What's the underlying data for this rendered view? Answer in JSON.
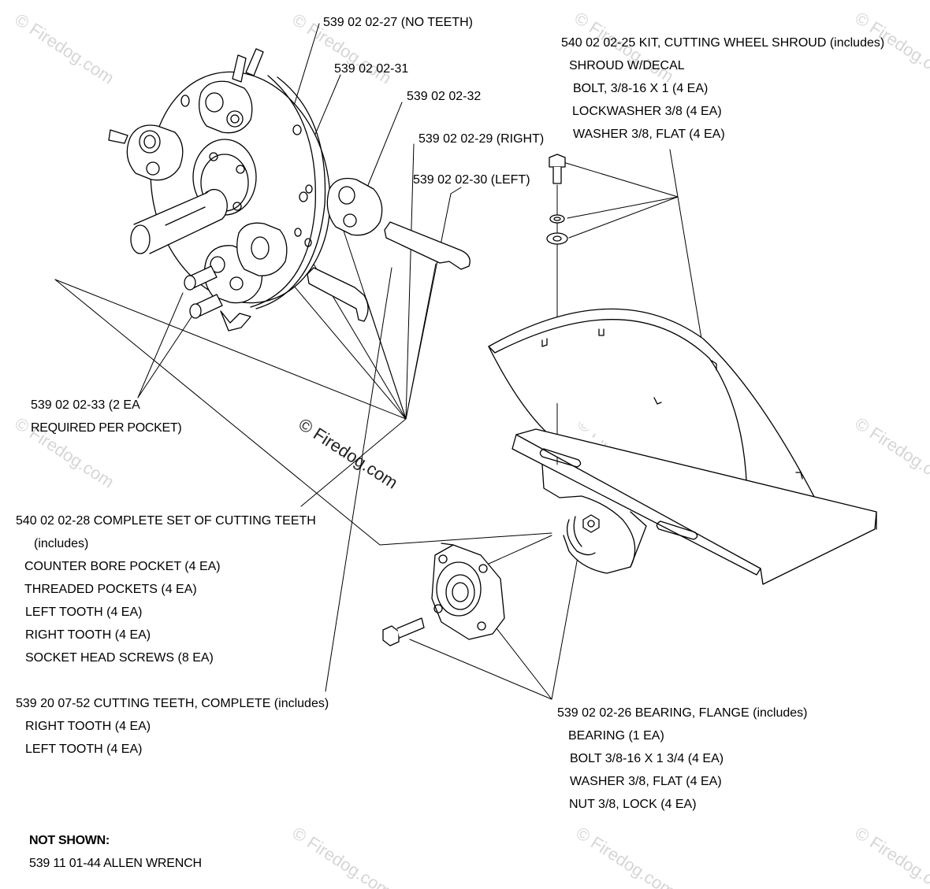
{
  "watermark": "© Firedog.com",
  "labels": {
    "p27": "539 02 02-27 (NO TEETH)",
    "p31": "539 02 02-31",
    "p32": "539 02 02-32",
    "p29": "539 02 02-29 (RIGHT)",
    "p30": "539 02 02-30 (LEFT)",
    "p33a": "539 02 02-33 (2 EA",
    "p33b": "REQUIRED PER POCKET)",
    "shroud": [
      "540 02 02-25 KIT, CUTTING WHEEL SHROUD (includes)",
      "SHROUD W/DECAL",
      "BOLT, 3/8-16 X 1 (4 EA)",
      "LOCKWASHER 3/8 (4 EA)",
      "WASHER 3/8, FLAT (4 EA)"
    ],
    "set28": [
      "540 02 02-28 COMPLETE SET OF CUTTING TEETH",
      "(includes)",
      "COUNTER BORE POCKET (4 EA)",
      "THREADED POCKETS (4 EA)",
      "LEFT TOOTH (4 EA)",
      "RIGHT TOOTH (4 EA)",
      "SOCKET HEAD SCREWS (8 EA)"
    ],
    "teeth52": [
      "539 20 07-52 CUTTING TEETH, COMPLETE (includes)",
      "RIGHT TOOTH (4 EA)",
      "LEFT TOOTH (4 EA)"
    ],
    "bearing26": [
      "539 02 02-26 BEARING, FLANGE (includes)",
      "BEARING (1 EA)",
      "BOLT 3/8-16 X 1 3/4 (4 EA)",
      "WASHER 3/8, FLAT (4 EA)",
      "NUT 3/8, LOCK (4 EA)"
    ],
    "not_shown_title": "NOT SHOWN:",
    "not_shown_item": "539 11 01-44 ALLEN WRENCH"
  }
}
